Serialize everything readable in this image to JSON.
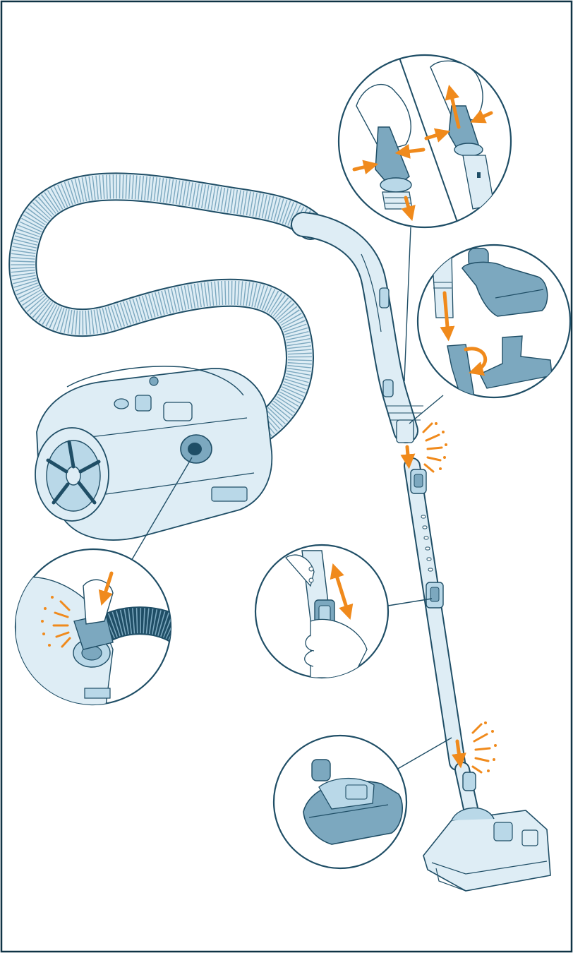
{
  "figure": {
    "kind": "assembly-instructions",
    "text_labels": []
  },
  "colors": {
    "outline": "#1f4e66",
    "fill_light": "#deedf5",
    "fill_mid": "#b9d8e8",
    "fill_dark": "#7ca8bf",
    "accent_orange": "#f08a1c",
    "frame_border": "#0f3345"
  },
  "callouts": [
    {
      "name": "hose-handle-release-detail",
      "icon": "hand-squeeze-release-icon"
    },
    {
      "name": "accessory-tools-detail",
      "icon": "crevice-and-upholstery-tool-icon"
    },
    {
      "name": "hose-inlet-connect-detail",
      "icon": "hose-click-in-icon"
    },
    {
      "name": "telescopic-tube-adjust-detail",
      "icon": "slide-adjust-icon"
    },
    {
      "name": "floor-nozzle-detail",
      "icon": "turbo-brush-icon"
    }
  ],
  "components": [
    {
      "name": "vacuum-body",
      "icon": "canister-vacuum-icon"
    },
    {
      "name": "flexible-hose",
      "icon": "hose-icon"
    },
    {
      "name": "handle-grip",
      "icon": "handle-icon"
    },
    {
      "name": "telescopic-tube",
      "icon": "tube-icon"
    },
    {
      "name": "floor-nozzle",
      "icon": "floor-head-icon"
    }
  ]
}
